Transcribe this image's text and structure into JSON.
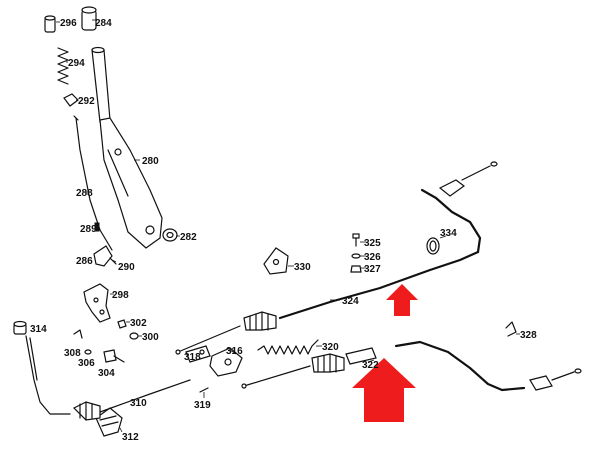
{
  "labels": {
    "p296": "296",
    "p284": "284",
    "p294": "294",
    "p292": "292",
    "p280": "280",
    "p288": "288",
    "p289": "289",
    "p282": "282",
    "p286": "286",
    "p290": "290",
    "p325": "325",
    "p326": "326",
    "p327": "327",
    "p334": "334",
    "p330": "330",
    "p298": "298",
    "p324": "324",
    "p314": "314",
    "p302": "302",
    "p300": "300",
    "p308": "308",
    "p306": "306",
    "p304": "304",
    "p318": "318",
    "p316": "316",
    "p320": "320",
    "p322": "322",
    "p328": "328",
    "p319": "319",
    "p310": "310",
    "p312": "312"
  },
  "colors": {
    "line": "#111111",
    "highlight_arrow": "#ee1c1c",
    "background": "#ffffff"
  }
}
